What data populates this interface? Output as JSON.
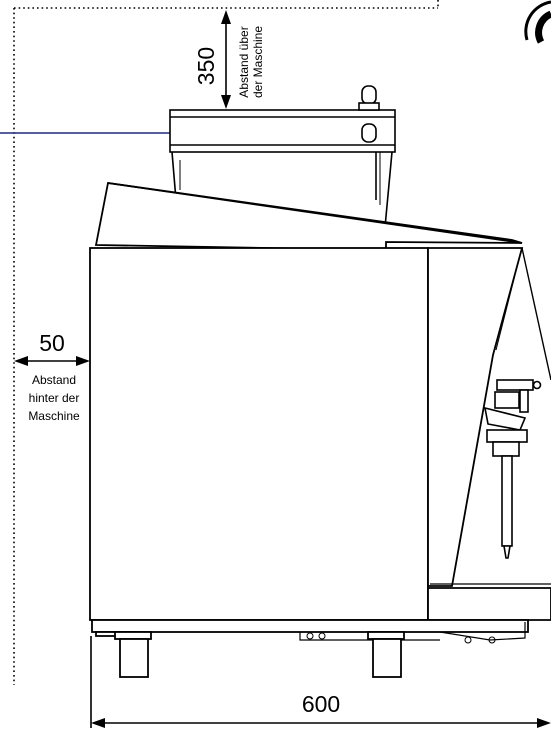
{
  "colors": {
    "line": "#000000",
    "accent_blue": "#1f2a7a",
    "fill": "#ffffff"
  },
  "dimensions": {
    "top_value": "350",
    "top_caption_line1": "Abstand über",
    "top_caption_line2": "der Maschine",
    "back_value": "50",
    "back_caption_line1": "Abstand",
    "back_caption_line2": "hinter der",
    "back_caption_line3": "Maschine",
    "width_value": "600"
  }
}
